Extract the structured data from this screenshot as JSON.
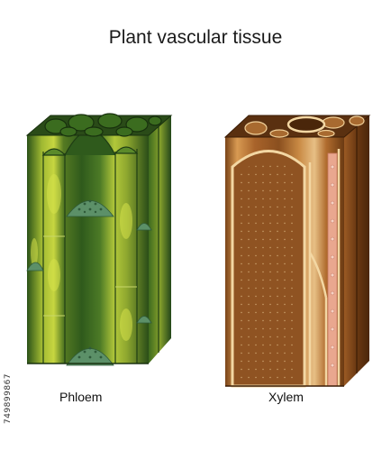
{
  "title": "Plant vascular tissue",
  "labels": {
    "phloem": "Phloem",
    "xylem": "Xylem"
  },
  "stock_id": "749899867",
  "colors": {
    "phloem_dark": "#23461a",
    "phloem_mid": "#3f6e22",
    "phloem_light": "#b5c93a",
    "sieve_plate": "#4a7f5a",
    "xylem_dark": "#6b3a12",
    "xylem_mid": "#b8732e",
    "xylem_light": "#f3d7a3",
    "xylem_pink": "#e9a78f"
  }
}
